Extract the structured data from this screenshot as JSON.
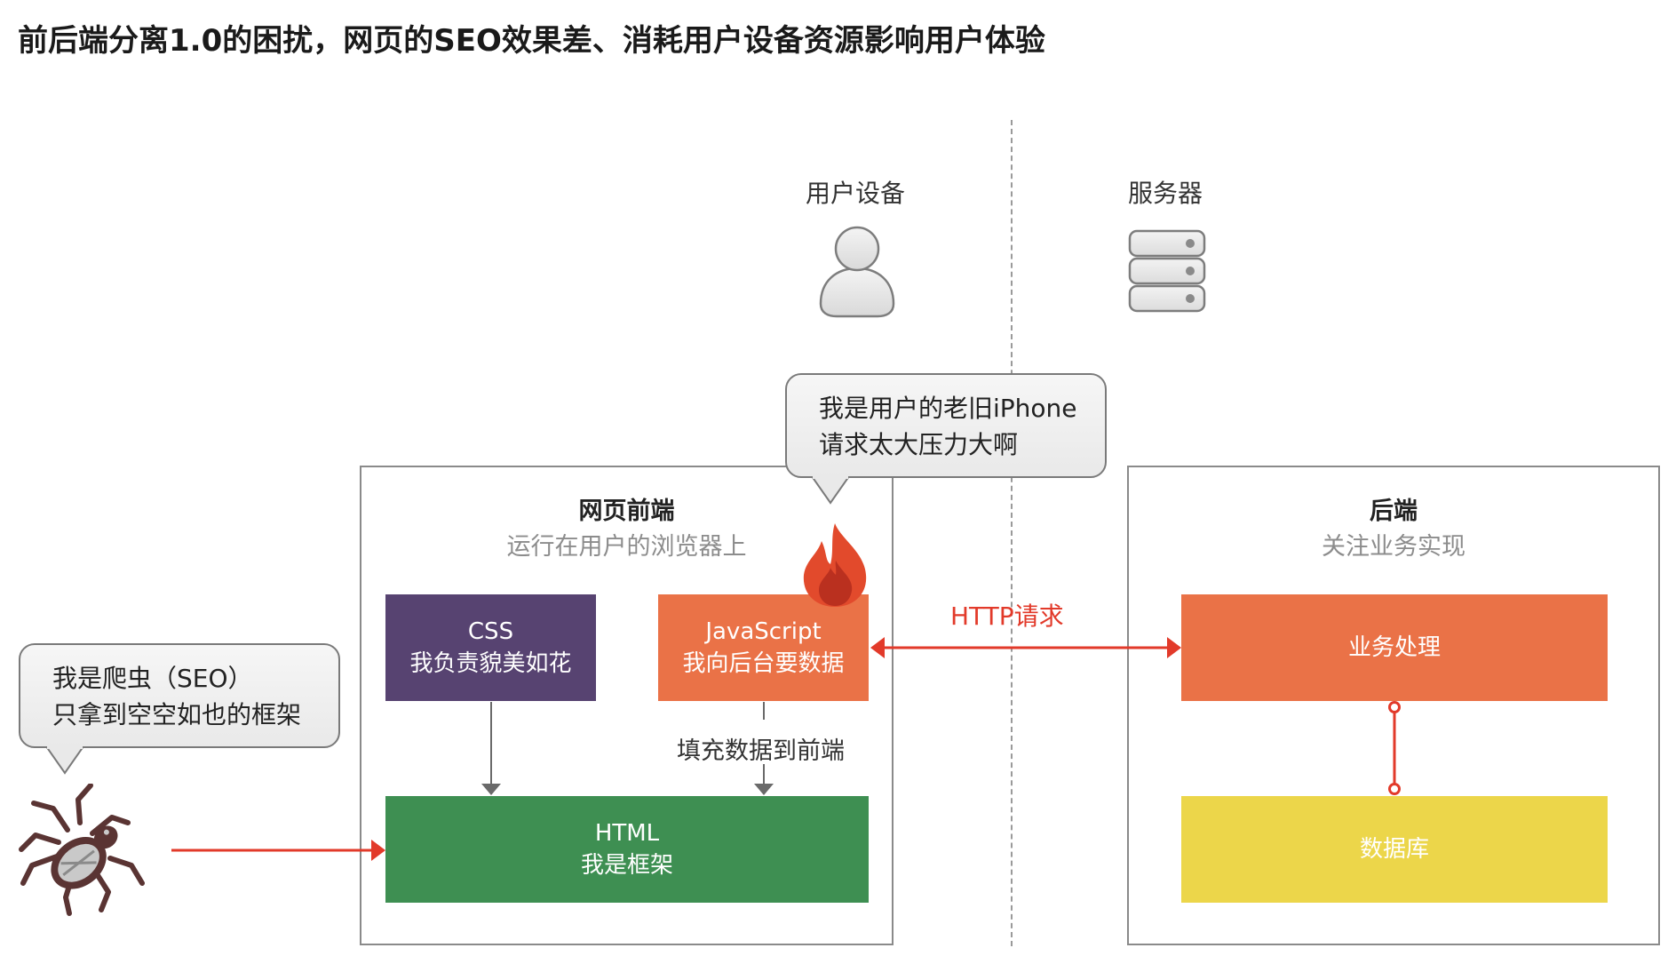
{
  "title": "前后端分离1.0的困扰，网页的SEO效果差、消耗用户设备资源影响用户体验",
  "labels": {
    "user_device": "用户设备",
    "server": "服务器",
    "http_request": "HTTP请求",
    "fill_data": "填充数据到前端"
  },
  "bubbles": {
    "iphone": {
      "line1": "我是用户的老旧iPhone",
      "line2": "请求太大压力大啊"
    },
    "crawler": {
      "line1": "我是爬虫（SEO）",
      "line2": "只拿到空空如也的框架"
    }
  },
  "frontend_panel": {
    "title": "网页前端",
    "subtitle": "运行在用户的浏览器上",
    "css": {
      "line1": "CSS",
      "line2": "我负责貌美如花"
    },
    "js": {
      "line1": "JavaScript",
      "line2": "我向后台要数据"
    },
    "html": {
      "line1": "HTML",
      "line2": "我是框架"
    }
  },
  "backend_panel": {
    "title": "后端",
    "subtitle": "关注业务实现",
    "business": "业务处理",
    "database": "数据库"
  },
  "colors": {
    "css_box": "#574371",
    "js_box": "#ea7247",
    "html_box": "#3e8f52",
    "business_box": "#ea7247",
    "database_box": "#ecd64a",
    "arrow_red": "#e23a2a",
    "arrow_gray": "#6a6a6a"
  },
  "icons": {
    "user": "user-icon",
    "server": "server-icon",
    "fire": "fire-icon",
    "spider": "spider-icon"
  }
}
